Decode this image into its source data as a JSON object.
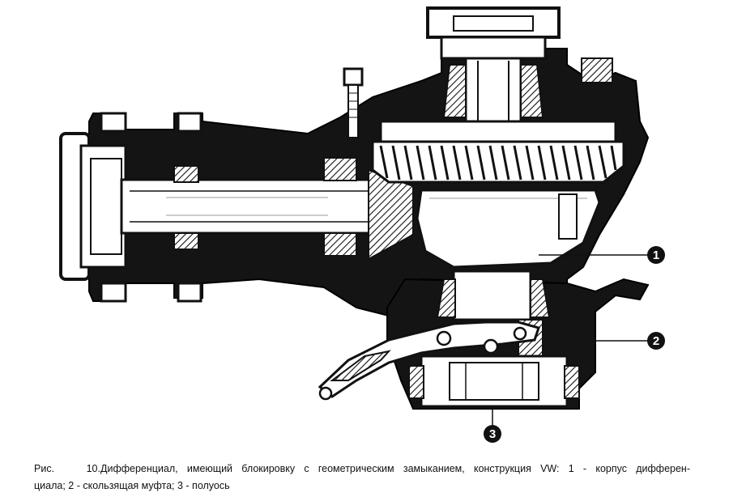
{
  "figure": {
    "caption_label": "Рис. 10.",
    "caption_line1": "Дифференциал, имеющий блокировку с геометрическим замыканием, конструкция VW: 1 - корпус дифферен-",
    "caption_line2": "циала; 2 - скользящая муфта; 3 - полуось"
  },
  "callouts": [
    {
      "number": "1",
      "part": "корпус дифференциала"
    },
    {
      "number": "2",
      "part": "скользящая муфта"
    },
    {
      "number": "3",
      "part": "полуось"
    }
  ],
  "colors": {
    "ink": "#111111",
    "paper": "#ffffff",
    "gray": "#9a9a9a"
  }
}
